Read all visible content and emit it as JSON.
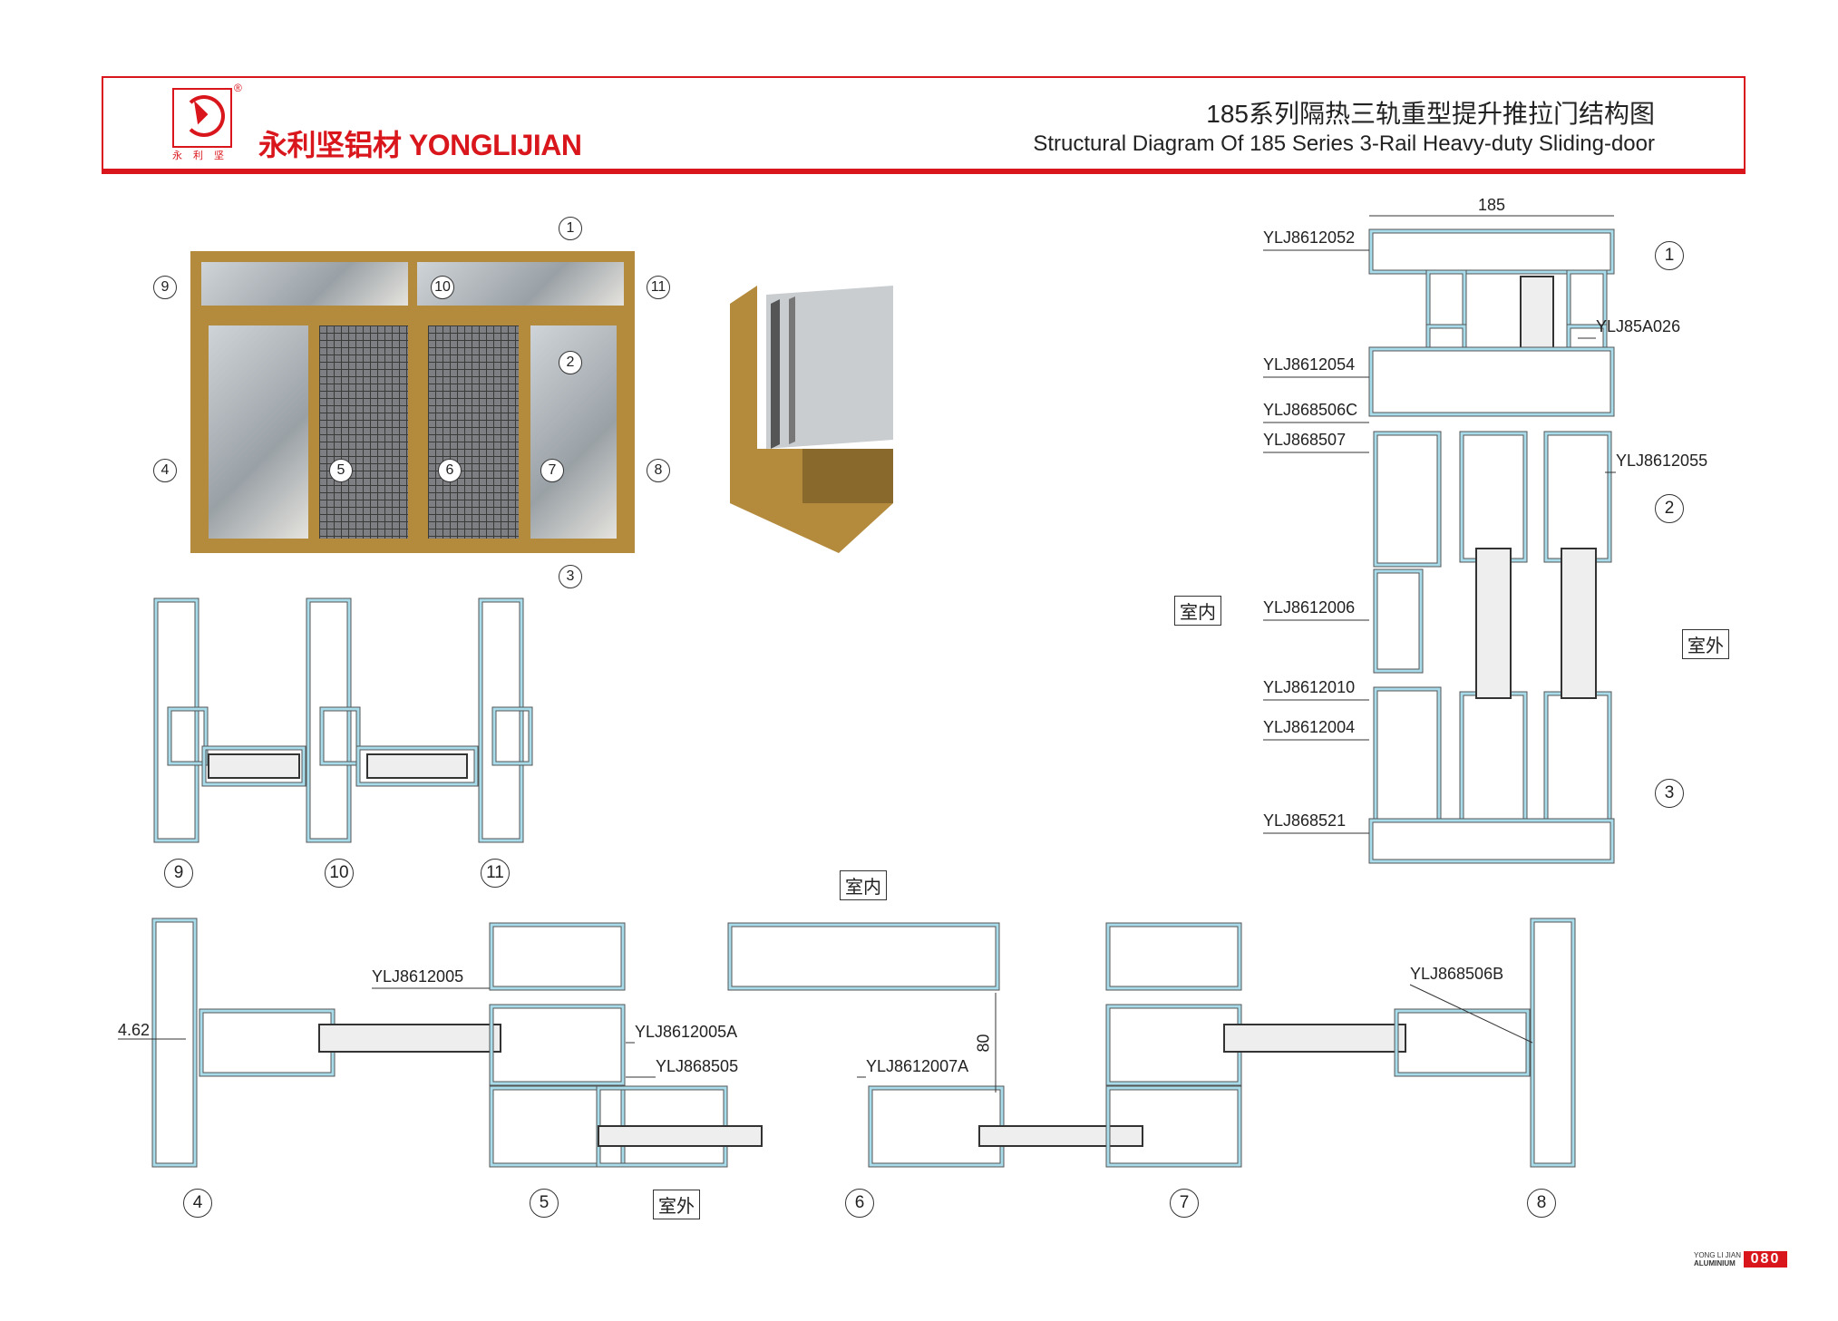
{
  "header": {
    "brand": "永利坚铝材 YONGLIJIAN",
    "logo_text": "永利坚",
    "registered": "®",
    "title_cn": "185系列隔热三轨重型提升推拉门结构图",
    "title_en": "Structural Diagram Of 185 Series 3-Rail Heavy-duty Sliding-door"
  },
  "photo_callouts": [
    "1",
    "9",
    "10",
    "11",
    "2",
    "4",
    "5",
    "6",
    "7",
    "8",
    "3"
  ],
  "vertical_section": {
    "dimension": "185",
    "labels_left": [
      "YLJ8612052",
      "YLJ8612054",
      "YLJ868506C",
      "YLJ868507",
      "YLJ8612006",
      "YLJ8612010",
      "YLJ8612004",
      "YLJ868521"
    ],
    "labels_right": [
      "YLJ85A026",
      "YLJ8612055"
    ],
    "callouts": [
      "1",
      "2",
      "3"
    ],
    "indoor": "室内",
    "outdoor": "室外"
  },
  "transom_sections": {
    "callouts": [
      "9",
      "10",
      "11"
    ]
  },
  "horizontal_section": {
    "indoor": "室内",
    "outdoor": "室外",
    "labels": [
      "YLJ8612005",
      "YLJ8612005A",
      "YLJ868505",
      "YLJ8612007A",
      "YLJ868506B"
    ],
    "dim_left": "4.62",
    "dim_gap": "80",
    "callouts": [
      "4",
      "5",
      "6",
      "7",
      "8"
    ]
  },
  "footer": {
    "brand_line1": "YONG LI JIAN",
    "brand_line2": "ALUMINIUM",
    "page": "080"
  },
  "colors": {
    "brand_red": "#d9161c",
    "profile_fill": "#a8dcea",
    "frame_gold": "#b48a3c"
  }
}
